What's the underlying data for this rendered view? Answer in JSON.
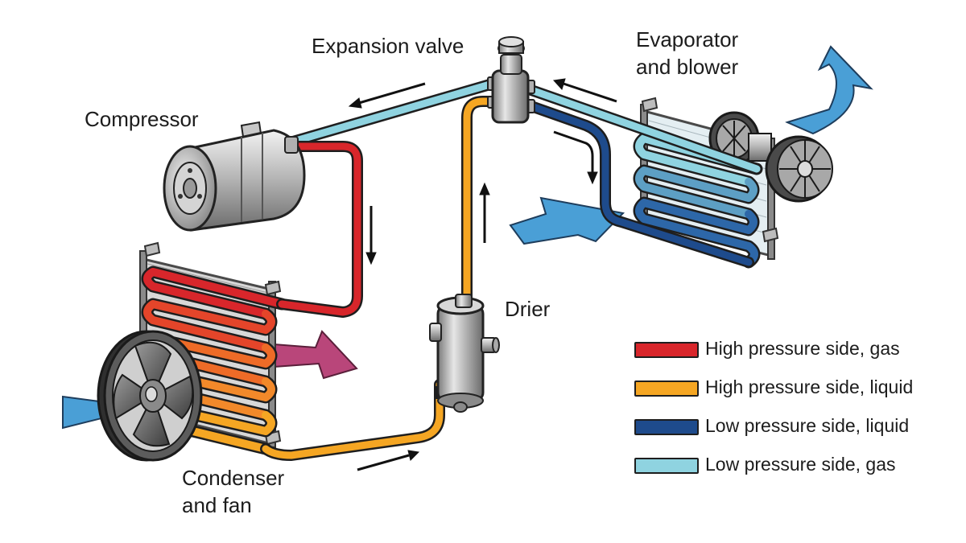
{
  "labels": {
    "expansion_valve": "Expansion valve",
    "evaporator_line1": "Evaporator",
    "evaporator_line2": "and blower",
    "compressor": "Compressor",
    "drier": "Drier",
    "condenser_line1": "Condenser",
    "condenser_line2": "and fan"
  },
  "legend": [
    {
      "label": "High pressure side, gas",
      "color": "#d8262b"
    },
    {
      "label": "High pressure side, liquid",
      "color": "#f5a623"
    },
    {
      "label": "Low pressure side, liquid",
      "color": "#1e4b8c"
    },
    {
      "label": "Low pressure side, gas",
      "color": "#8fd3e0"
    }
  ],
  "colors": {
    "high_gas": "#d8262b",
    "high_liquid": "#f5a623",
    "low_liquid": "#1e4b8c",
    "low_gas": "#8fd3e0",
    "air_flow": "#4a9fd6",
    "hot_air": "#b9467a"
  }
}
